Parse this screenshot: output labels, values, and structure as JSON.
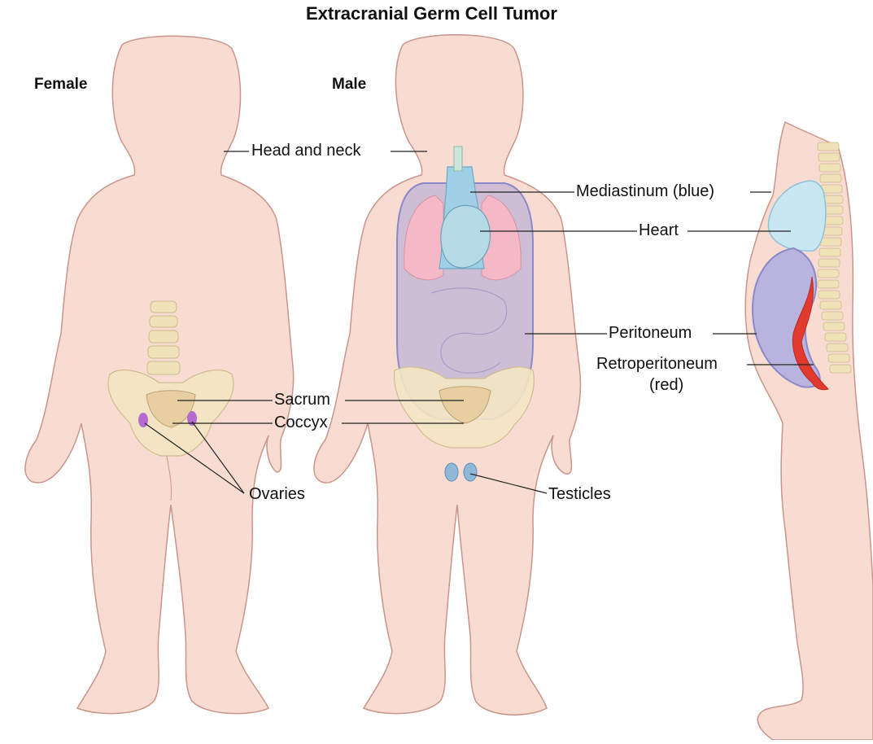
{
  "diagram": {
    "title": "Extracranial Germ Cell Tumor",
    "figures": {
      "female": "Female",
      "male": "Male"
    },
    "labels": {
      "head_neck": "Head and neck",
      "mediastinum": "Mediastinum (blue)",
      "heart": "Heart",
      "peritoneum": "Peritoneum",
      "retroperitoneum_line1": "Retroperitoneum",
      "retroperitoneum_line2": "(red)",
      "sacrum": "Sacrum",
      "coccyx": "Coccyx",
      "ovaries": "Ovaries",
      "testicles": "Testicles"
    },
    "colors": {
      "skin": "#f8dcd2",
      "skin_outline": "#c9958a",
      "mediastinum": "#9fd0e6",
      "retroperitoneum": "#e03b2e",
      "peritoneum": "#a9a6d8",
      "lung": "#f4b8c6",
      "ovary": "#b46ad1",
      "testicle": "#8fb8d8",
      "bone": "#f0e2b8"
    }
  }
}
